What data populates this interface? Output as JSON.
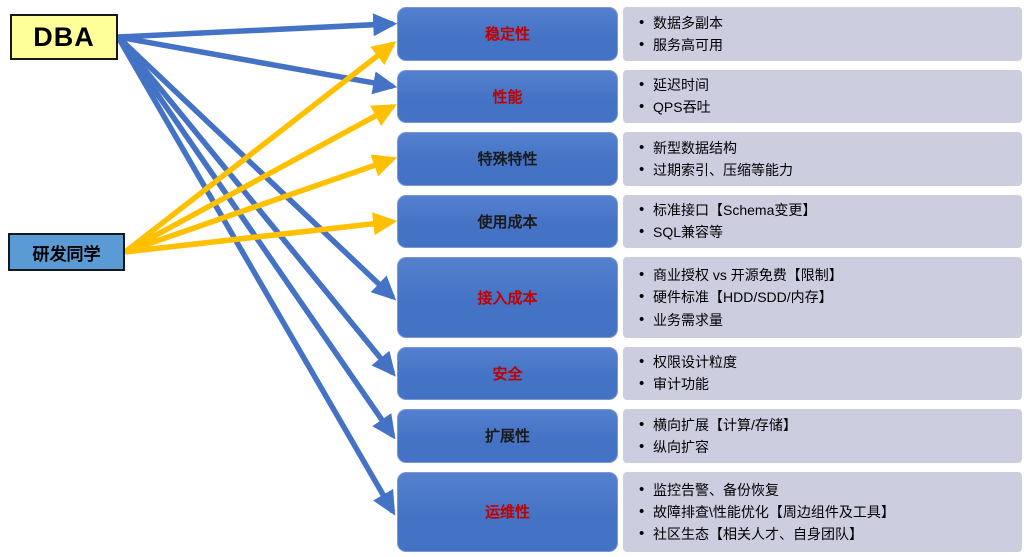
{
  "sources": {
    "dba": {
      "label": "DBA",
      "arrow_color": "#4472C4"
    },
    "dev": {
      "label": "研发同学",
      "arrow_color": "#FFC000"
    }
  },
  "colors": {
    "category_fill": "#4472C4",
    "bullet_panel": "#CDCDE0",
    "red_title": "#C00000",
    "black_title": "#1A1A1A",
    "dba_fill": "#FFFF99",
    "dev_fill": "#5B9BD5"
  },
  "rows": [
    {
      "title": "稳定性",
      "title_color": "#C00000",
      "bullets": [
        "数据多副本",
        "服务高可用"
      ]
    },
    {
      "title": "性能",
      "title_color": "#C00000",
      "bullets": [
        "延迟时间",
        "QPS吞吐"
      ]
    },
    {
      "title": "特殊特性",
      "title_color": "#1A1A1A",
      "bullets": [
        "新型数据结构",
        "过期索引、压缩等能力"
      ]
    },
    {
      "title": "使用成本",
      "title_color": "#1A1A1A",
      "bullets": [
        "标准接口【Schema变更】",
        "SQL兼容等"
      ]
    },
    {
      "title": "接入成本",
      "title_color": "#C00000",
      "bullets": [
        "商业授权 vs 开源免费【限制】",
        "硬件标准【HDD/SDD/内存】",
        "业务需求量"
      ]
    },
    {
      "title": "安全",
      "title_color": "#C00000",
      "bullets": [
        "权限设计粒度",
        "审计功能"
      ]
    },
    {
      "title": "扩展性",
      "title_color": "#1A1A1A",
      "bullets": [
        "横向扩展【计算/存储】",
        "纵向扩容"
      ]
    },
    {
      "title": "运维性",
      "title_color": "#C00000",
      "bullets": [
        "监控告警、备份恢复",
        "故障排查\\性能优化【周边组件及工具】",
        "社区生态【相关人才、自身团队】"
      ]
    }
  ],
  "arrows": [
    {
      "source": "dba",
      "target": 0
    },
    {
      "source": "dba",
      "target": 1
    },
    {
      "source": "dba",
      "target": 4
    },
    {
      "source": "dba",
      "target": 5
    },
    {
      "source": "dba",
      "target": 6
    },
    {
      "source": "dba",
      "target": 7
    },
    {
      "source": "dev",
      "target": 0
    },
    {
      "source": "dev",
      "target": 1
    },
    {
      "source": "dev",
      "target": 2
    },
    {
      "source": "dev",
      "target": 3
    }
  ]
}
